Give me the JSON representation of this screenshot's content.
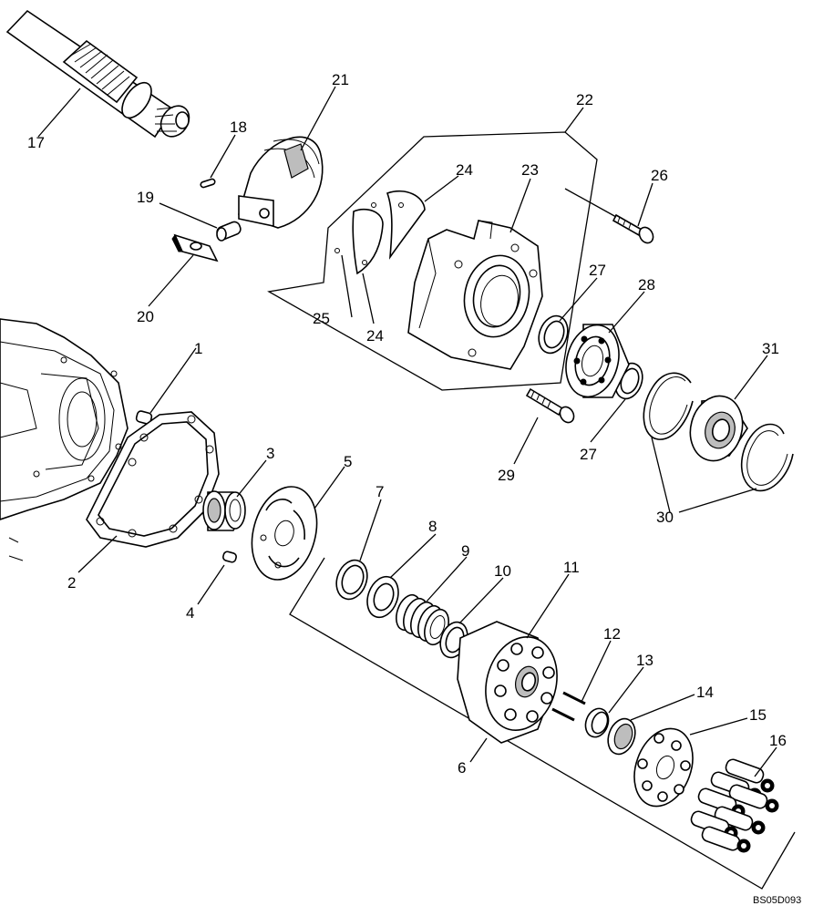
{
  "diagram": {
    "callouts": [
      "1",
      "2",
      "3",
      "4",
      "5",
      "6",
      "7",
      "8",
      "9",
      "10",
      "11",
      "12",
      "13",
      "14",
      "15",
      "16",
      "17",
      "18",
      "19",
      "20",
      "21",
      "22",
      "23",
      "24",
      "24",
      "25",
      "26",
      "27",
      "27",
      "28",
      "29",
      "30",
      "31"
    ],
    "drawing_code": "BS05D093"
  }
}
